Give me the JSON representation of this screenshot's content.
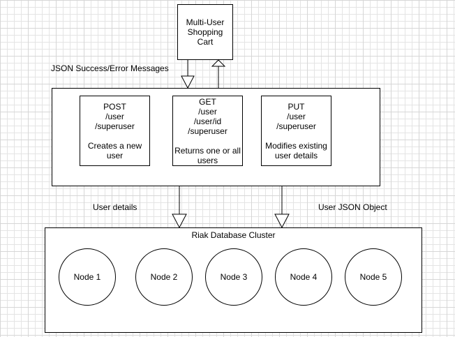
{
  "cart": {
    "lines": [
      "Multi-User",
      "Shopping",
      "Cart"
    ]
  },
  "labels": {
    "messages": "JSON Success/Error Messages",
    "user_details": "User details",
    "user_json": "User JSON Object"
  },
  "api": {
    "post": {
      "lines": [
        "POST",
        "/user",
        "/superuser"
      ],
      "desc": [
        "Creates a new",
        "user"
      ]
    },
    "get": {
      "lines": [
        "GET",
        "/user",
        "/user/id",
        "/superuser"
      ],
      "desc": [
        "Returns one or all",
        "users"
      ]
    },
    "put": {
      "lines": [
        "PUT",
        "/user",
        "/superuser"
      ],
      "desc": [
        "Modifies  existing",
        "user details"
      ]
    }
  },
  "cluster": {
    "title": "Riak Database Cluster",
    "nodes": [
      "Node 1",
      "Node 2",
      "Node 3",
      "Node 4",
      "Node 5"
    ]
  }
}
